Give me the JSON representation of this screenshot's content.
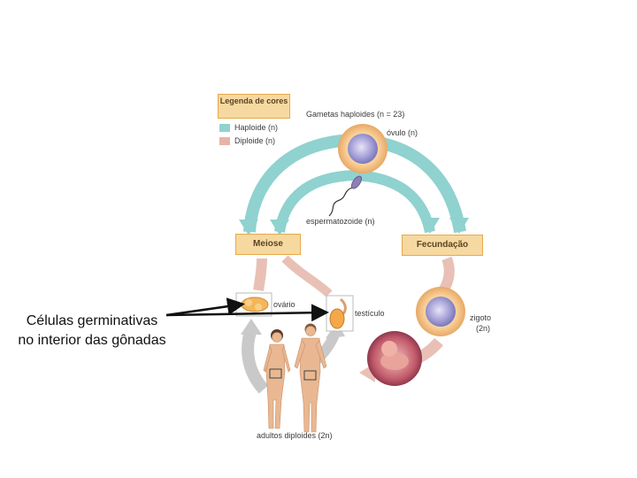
{
  "legend": {
    "title": "Legenda de cores",
    "haploid_label": "Haploide (n)",
    "diploid_label": "Diploide (n)",
    "haploid_color": "#8fd2cf",
    "diploid_color": "#e6b4a6"
  },
  "labels": {
    "gametas": "Gametas haploides (n = 23)",
    "ovulo": "óvulo (n)",
    "espermatozoide": "espermatozoide (n)",
    "meiose": "Meiose",
    "fecundacao": "Fecundação",
    "ovario": "ovário",
    "testiculo": "testículo",
    "zigoto_line1": "zigoto",
    "zigoto_line2": "(2n)",
    "adultos": "adultos diploides (2n)"
  },
  "caption": {
    "line1": "Células germinativas",
    "line2": "no interior das gônadas"
  },
  "colors": {
    "arrow_haploid": "#7ecfcb",
    "arrow_diploid": "#e9c0b5",
    "arrow_gray": "#c9c9c9",
    "box_fill": "#f6d9a0",
    "box_border": "#e7a94a"
  }
}
